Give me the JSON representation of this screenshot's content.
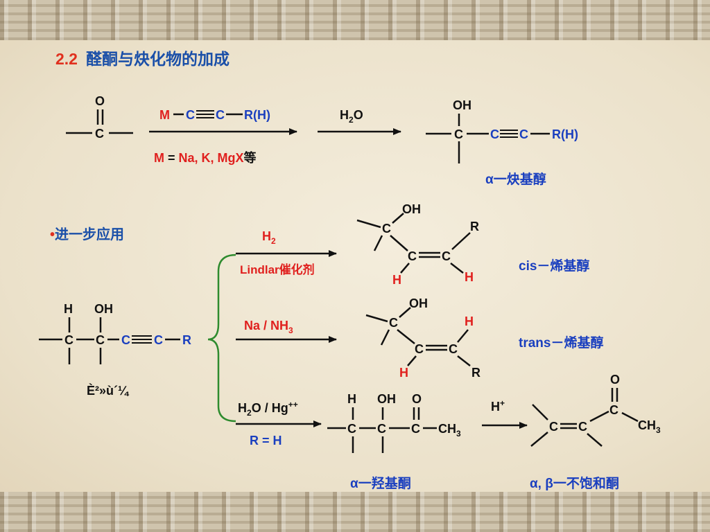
{
  "slide": {
    "title_number": "2.2",
    "title_text": "醛酮与炔化物的加成",
    "bullet_marker": "•",
    "bullet_text": "进一步应用"
  },
  "reaction1": {
    "carbonyl": {
      "o": "O",
      "c": "C"
    },
    "reagent_m": "M",
    "reagent_c1": "C",
    "reagent_c2": "C",
    "reagent_r": "R(H)",
    "condition_m": "M",
    "condition_eq": " = ",
    "condition_metals": "Na, K, MgX",
    "condition_suffix": "等",
    "water_h": "H",
    "water_2": "2",
    "water_o": "O",
    "product": {
      "oh": "OH",
      "c": "C",
      "c1": "C",
      "c2": "C",
      "r": "R(H)"
    },
    "product_label_prefix": "α",
    "product_label": "一炔基醇"
  },
  "start_material": {
    "h": "H",
    "oh": "OH",
    "c1": "C",
    "c2": "C",
    "c3": "C",
    "c4": "C",
    "r": "R",
    "caption": "È²»ù´¼"
  },
  "branch_cis": {
    "reagent_h": "H",
    "reagent_2": "2",
    "condition": "Lindlar催化剂",
    "oh": "OH",
    "c_top": "C",
    "c_a": "C",
    "c_b": "C",
    "r": "R",
    "h_left": "H",
    "h_right": "H",
    "label": "cis－烯基醇"
  },
  "branch_trans": {
    "reagent_na": "Na / NH",
    "reagent_3": "3",
    "oh": "OH",
    "c_top": "C",
    "c_a": "C",
    "c_b": "C",
    "h_top": "H",
    "h_left": "H",
    "r": "R",
    "label": "trans－烯基醇"
  },
  "branch_hydration": {
    "reagent_h": "H",
    "reagent_2": "2",
    "reagent_o": "O / Hg",
    "reagent_sup": "++",
    "condition": "R = H",
    "product": {
      "h": "H",
      "oh": "OH",
      "o": "O",
      "c1": "C",
      "c2": "C",
      "c3": "C",
      "ch": "CH",
      "ch_sub": "3"
    },
    "product_label_prefix": "α",
    "product_label": "一羟基酮",
    "acid_h": "H",
    "acid_sup": "+",
    "final": {
      "o": "O",
      "c_carbonyl": "C",
      "c_a": "C",
      "c_b": "C",
      "ch": "CH",
      "ch_sub": "3"
    },
    "final_label_prefix": "α, β",
    "final_label": "一不饱和酮"
  },
  "colors": {
    "black": "#111111",
    "blue": "#1a3fbf",
    "red": "#e0201e",
    "green": "#2e8b2e",
    "title_blue": "#1a4fa8"
  }
}
